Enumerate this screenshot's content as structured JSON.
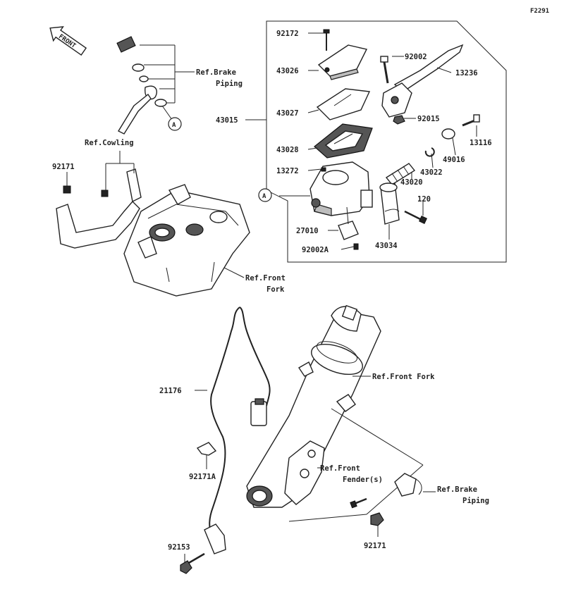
{
  "figure_code": "F2291",
  "front_tag": "FRONT",
  "callout_a": "A",
  "labels": {
    "p92172": "92172",
    "p43026": "43026",
    "p43027": "43027",
    "p43028": "43028",
    "p43015": "43015",
    "p13272": "13272",
    "p27010": "27010",
    "p92002A": "92002A",
    "p92002": "92002",
    "p13236": "13236",
    "p92015": "92015",
    "p13116": "13116",
    "p49016": "49016",
    "p43022": "43022",
    "p43020": "43020",
    "p120": "120",
    "p43034": "43034",
    "p92171_top": "92171",
    "p21176": "21176",
    "p92171A": "92171A",
    "p92153": "92153",
    "p92171_bottom": "92171"
  },
  "refs": {
    "brake_piping_top": [
      "Ref.Brake",
      "Piping"
    ],
    "cowling": "Ref.Cowling",
    "front_fork_top": [
      "Ref.Front",
      "Fork"
    ],
    "front_fork_mid": "Ref.Front Fork",
    "front_fender": [
      "Ref.Front",
      "Fender(s)"
    ],
    "brake_piping_bottom": [
      "Ref.Brake",
      "Piping"
    ]
  }
}
